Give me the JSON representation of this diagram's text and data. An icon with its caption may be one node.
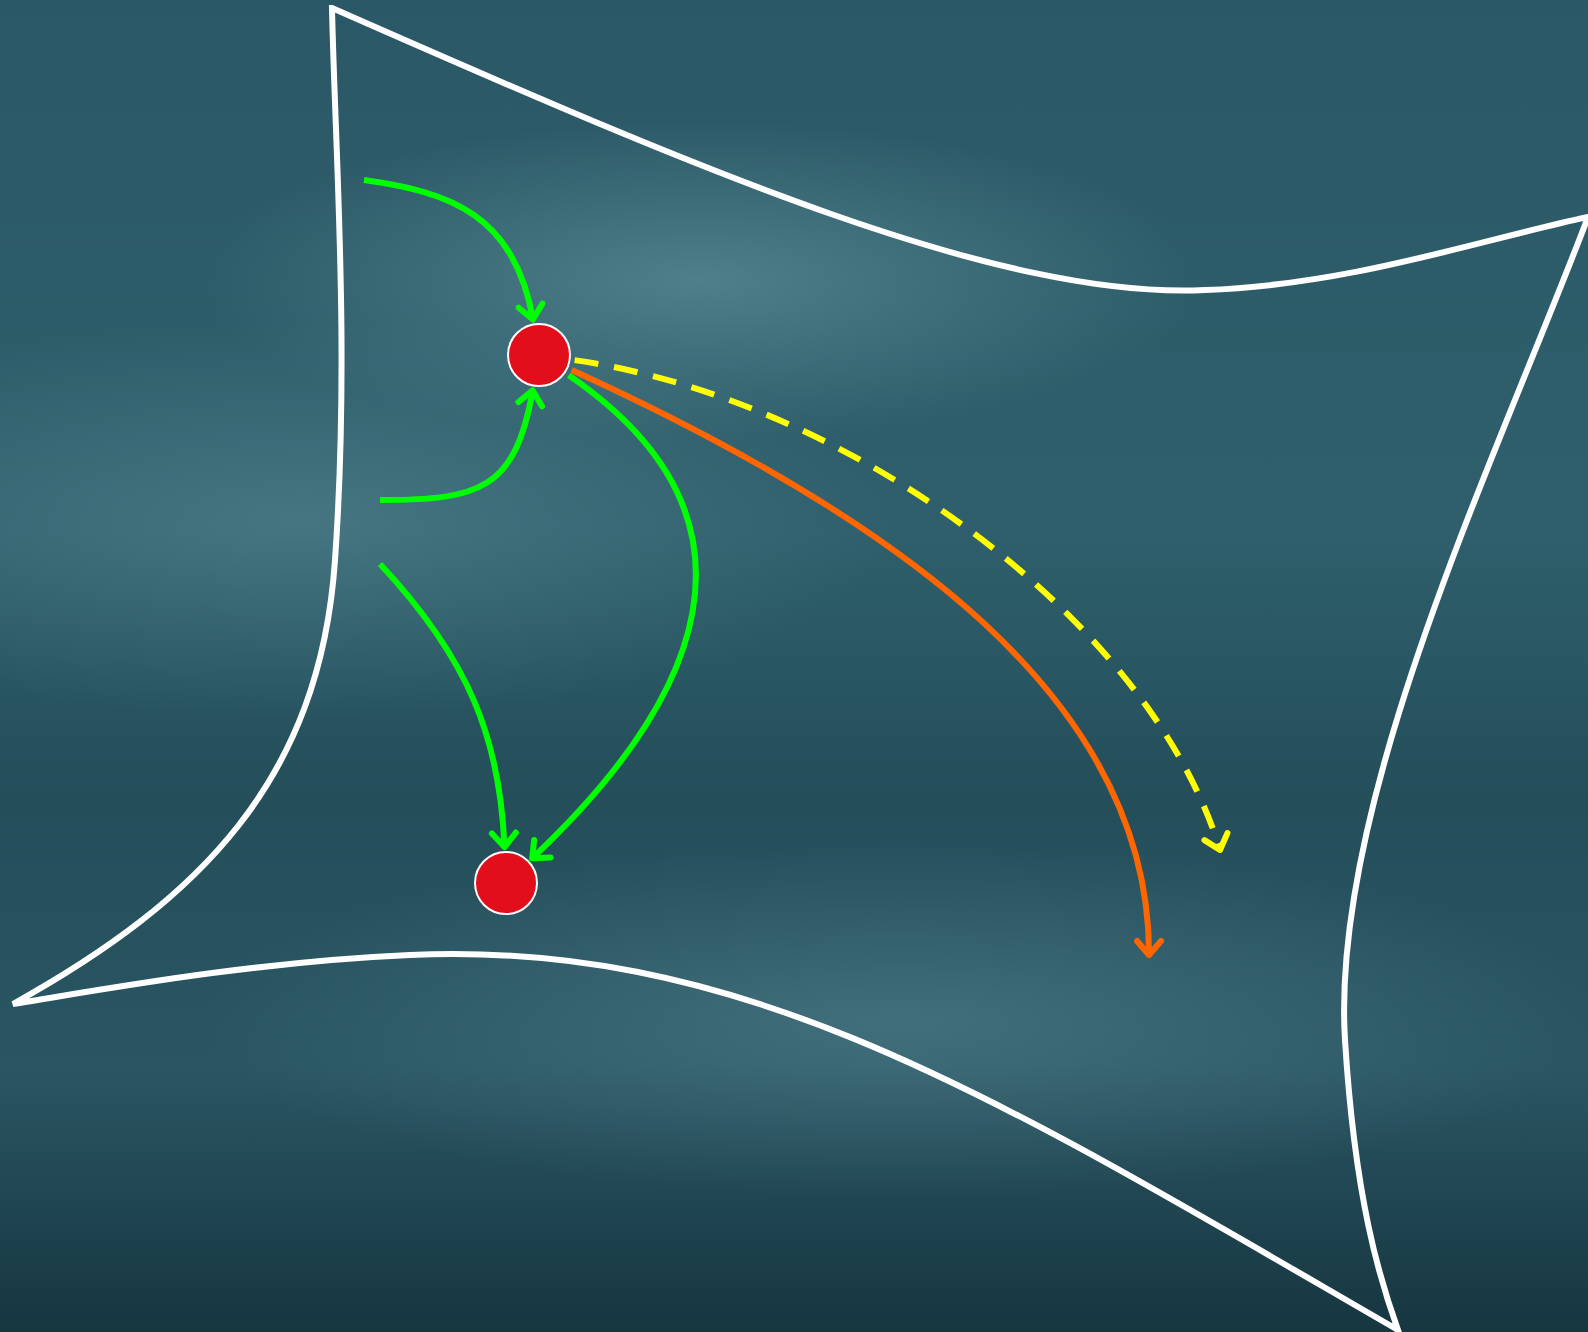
{
  "diagram": {
    "nodes": [
      {
        "text": [],
        "shape": "box"
      },
      {
        "text": [],
        "shape": "circle",
        "in": 0
      },
      {
        "text": [],
        "shape": "circle",
        "in": 0
      }
    ],
    "edges": [
      {
        "from": null,
        "to": 1,
        "arrow": "to"
      },
      {
        "from": null,
        "to": 1,
        "arrow": "to"
      },
      {
        "from": null,
        "to": 2,
        "arrow": "to"
      },
      {
        "from": 1,
        "to": 2,
        "arrow": "to"
      },
      {
        "from": 1,
        "to": null,
        "arrow": "to",
        "color": "#ff6600"
      },
      {
        "from": 1,
        "to": null,
        "arrow": "to",
        "style": "dashed",
        "color": "#ffff00"
      }
    ]
  }
}
